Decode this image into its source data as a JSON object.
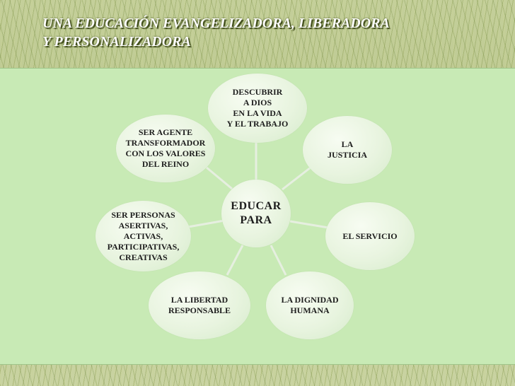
{
  "slide": {
    "title_line1": "UNA EDUCACIÓN EVANGELIZADORA, LIBERADORA",
    "title_line2": "Y PERSONALIZADORA"
  },
  "diagram": {
    "center": "EDUCAR\nPARA",
    "nodes": [
      "DESCUBRIR\nA DIOS\nEN LA VIDA\nY EL TRABAJO",
      "LA\nJUSTICIA",
      "EL SERVICIO",
      "LA DIGNIDAD\nHUMANA",
      "LA LIBERTAD\nRESPONSABLE",
      "SER PERSONAS\nASERTIVAS,\nACTIVAS,\nPARTICIPATIVAS,\nCREATIVAS",
      "SER AGENTE\nTRANSFORMADOR\nCON LOS VALORES\nDEL REINO"
    ],
    "colors": {
      "panel_background": "#c8eab5",
      "node_fill": "#e8f4df",
      "connector": "#e6efe0",
      "title_text": "#ffffff"
    }
  }
}
